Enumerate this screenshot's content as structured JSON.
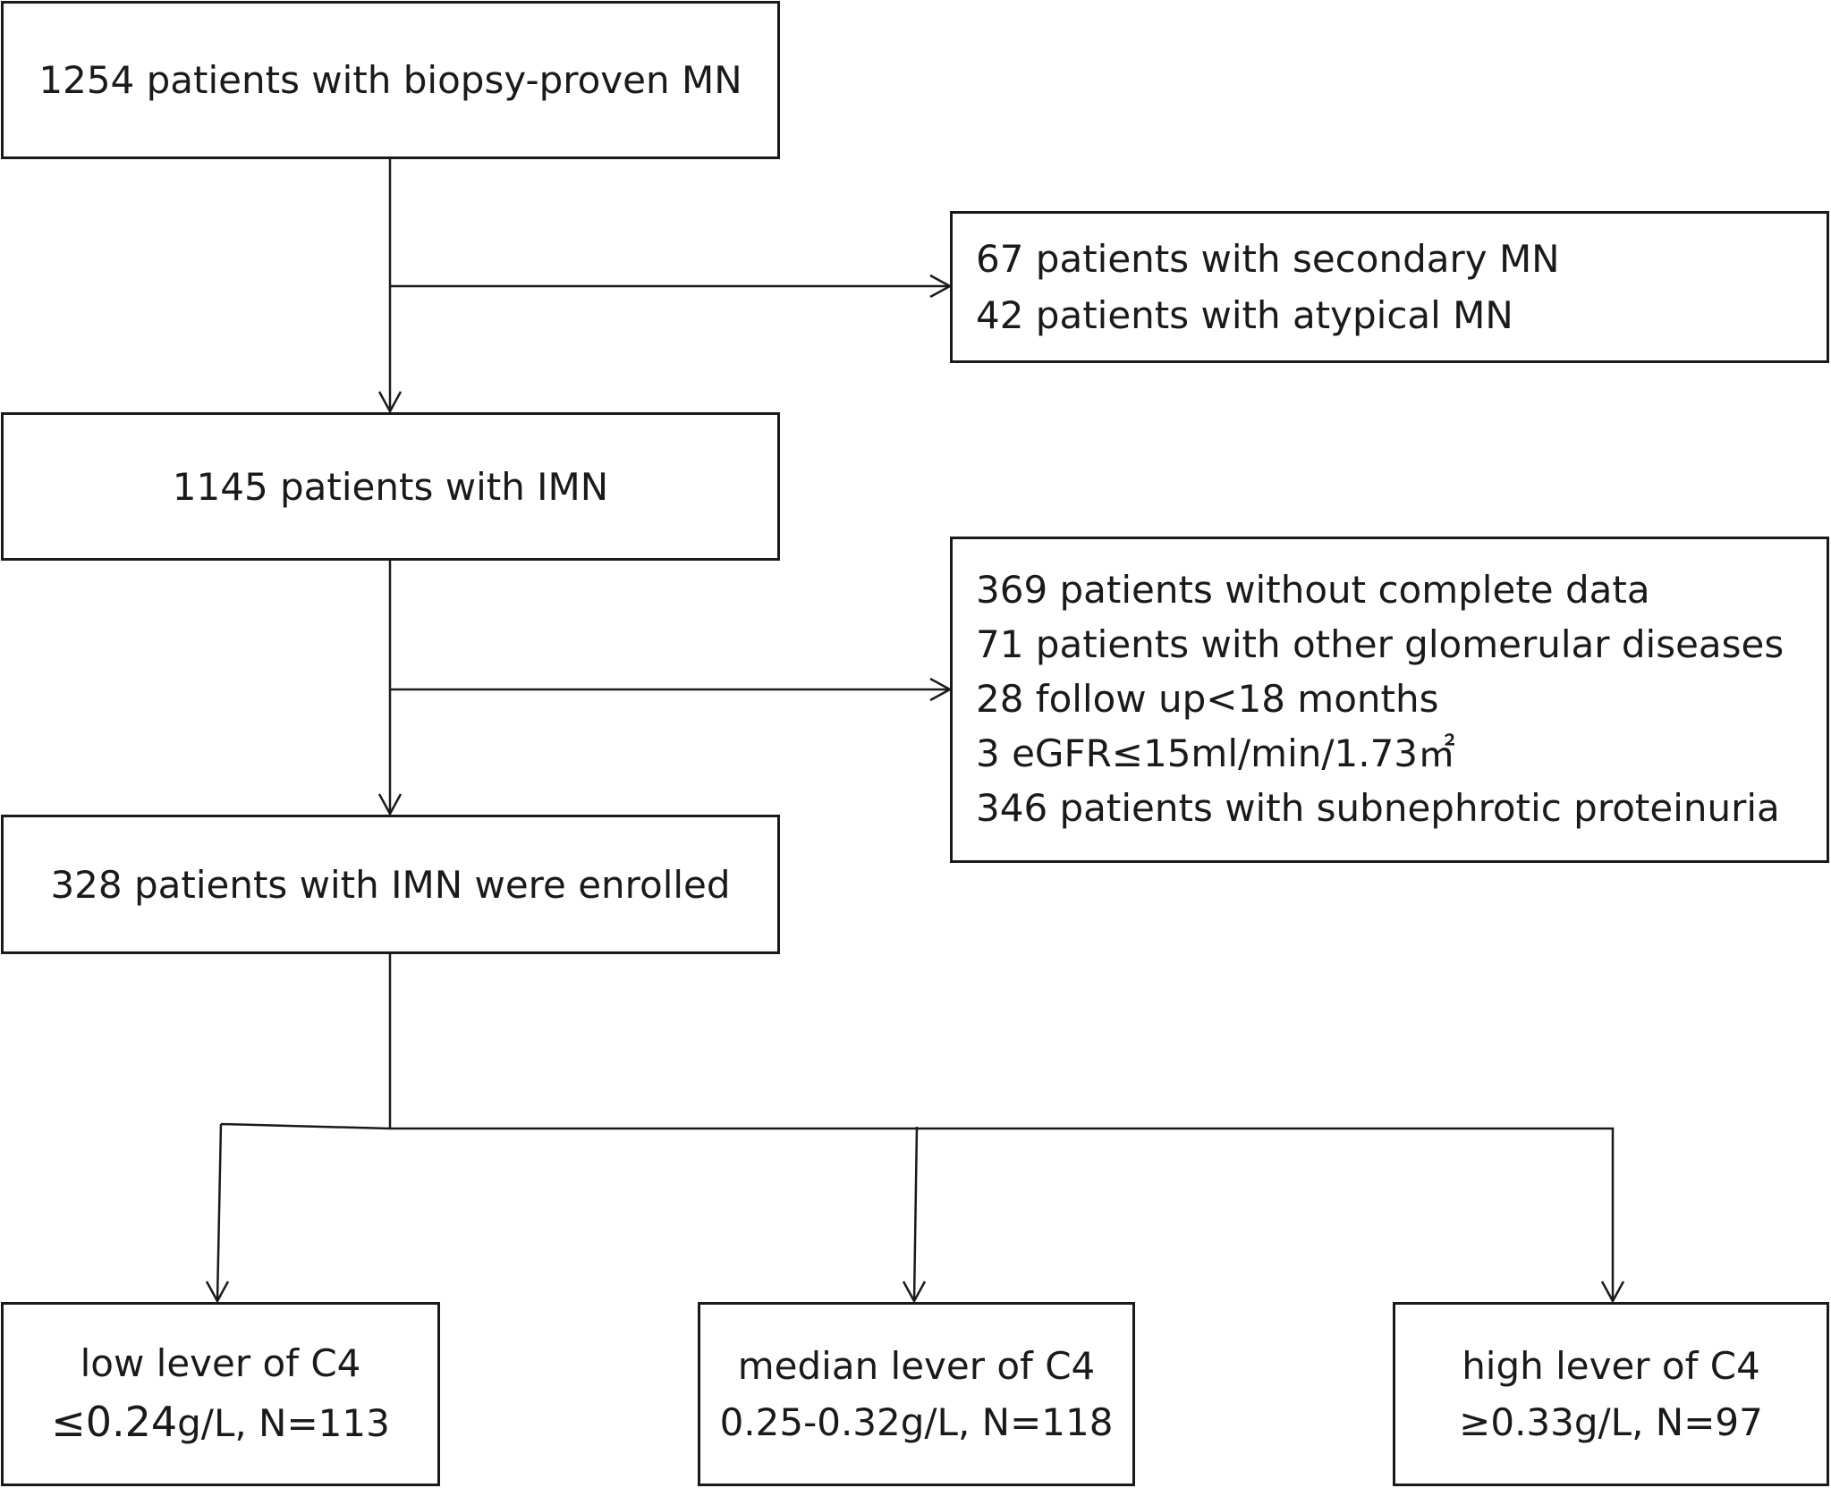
{
  "boxes": {
    "start": {
      "lines": [
        "1254 patients with biopsy-proven MN"
      ]
    },
    "exclusion1": {
      "lines": [
        "67 patients with secondary MN",
        "42 patients with atypical MN"
      ]
    },
    "imn": {
      "lines": [
        "1145 patients with IMN"
      ]
    },
    "exclusion2": {
      "lines": [
        "369 patients without complete data",
        "71 patients with other glomerular diseases",
        "28 follow up<18 months",
        "3 eGFR≤15ml/min/1.73㎡",
        "346 patients with subnephrotic proteinuria"
      ]
    },
    "enrolled": {
      "lines": [
        "328 patients with IMN were enrolled"
      ]
    },
    "low": {
      "title": "low lever of C4",
      "value_strong": "≤0.24",
      "value_rest": "g/L, N=113"
    },
    "median": {
      "title": "median lever of C4",
      "value": "0.25-0.32g/L, N=118"
    },
    "high": {
      "title": "high lever of C4",
      "value": "≥0.33g/L, N=97"
    }
  },
  "colors": {
    "stroke": "#1a1a1a",
    "background": "#ffffff"
  }
}
